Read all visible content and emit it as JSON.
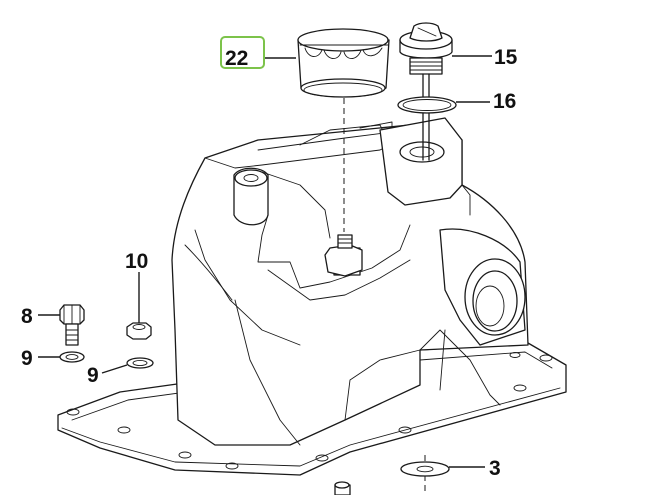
{
  "callouts": {
    "c22": "22",
    "c15": "15",
    "c16": "16",
    "c10": "10",
    "c8": "8",
    "c9a": "9",
    "c9b": "9",
    "c3": "3"
  },
  "highlight_color": "#7cc34a",
  "highlighted_callout": "22"
}
